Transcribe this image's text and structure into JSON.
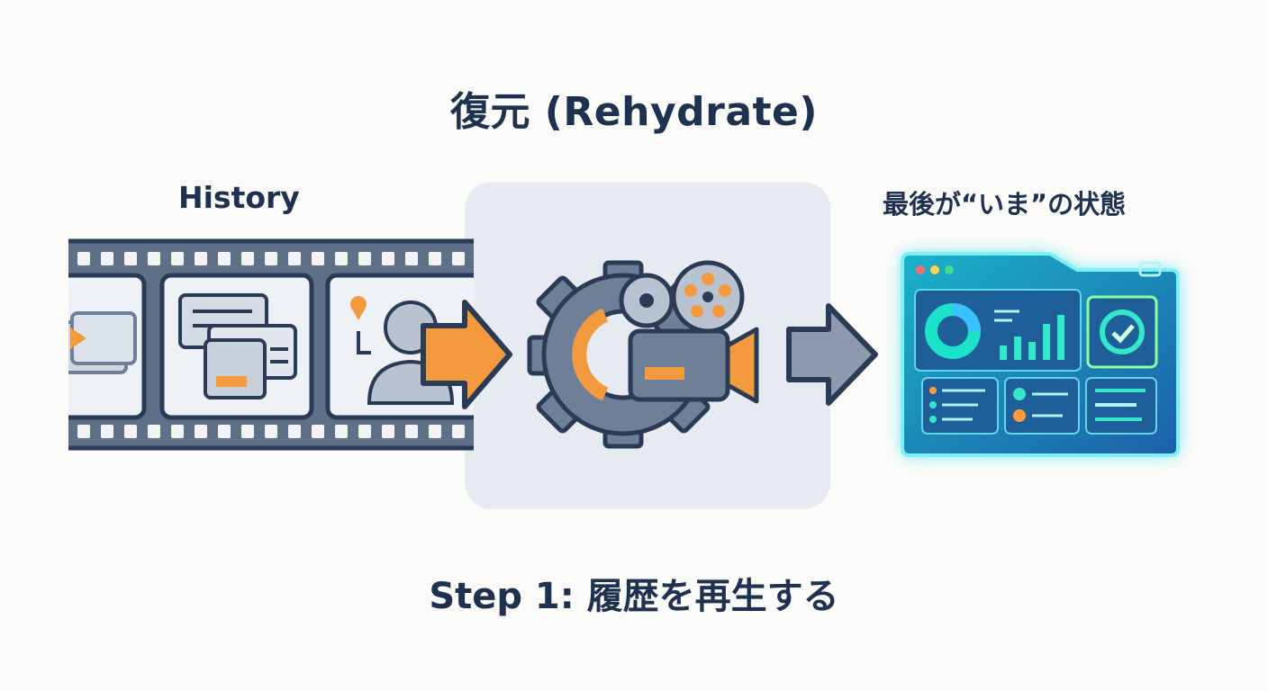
{
  "diagram": {
    "title": "復元 (Rehydrate)",
    "left_label": "History",
    "right_label": "最後が“いま”の状態",
    "step_caption": "Step 1: 履歴を再生する"
  },
  "icons": {
    "film_strip": "film-strip-icon",
    "gear_camera": "gear-projector-icon",
    "dashboard": "dashboard-window-icon"
  },
  "colors": {
    "navy": "#1f3150",
    "orange": "#f29a3d",
    "gray_blue": "#6f7f98",
    "glow": "#3fd6e8",
    "panel": "#e6ebf2"
  }
}
